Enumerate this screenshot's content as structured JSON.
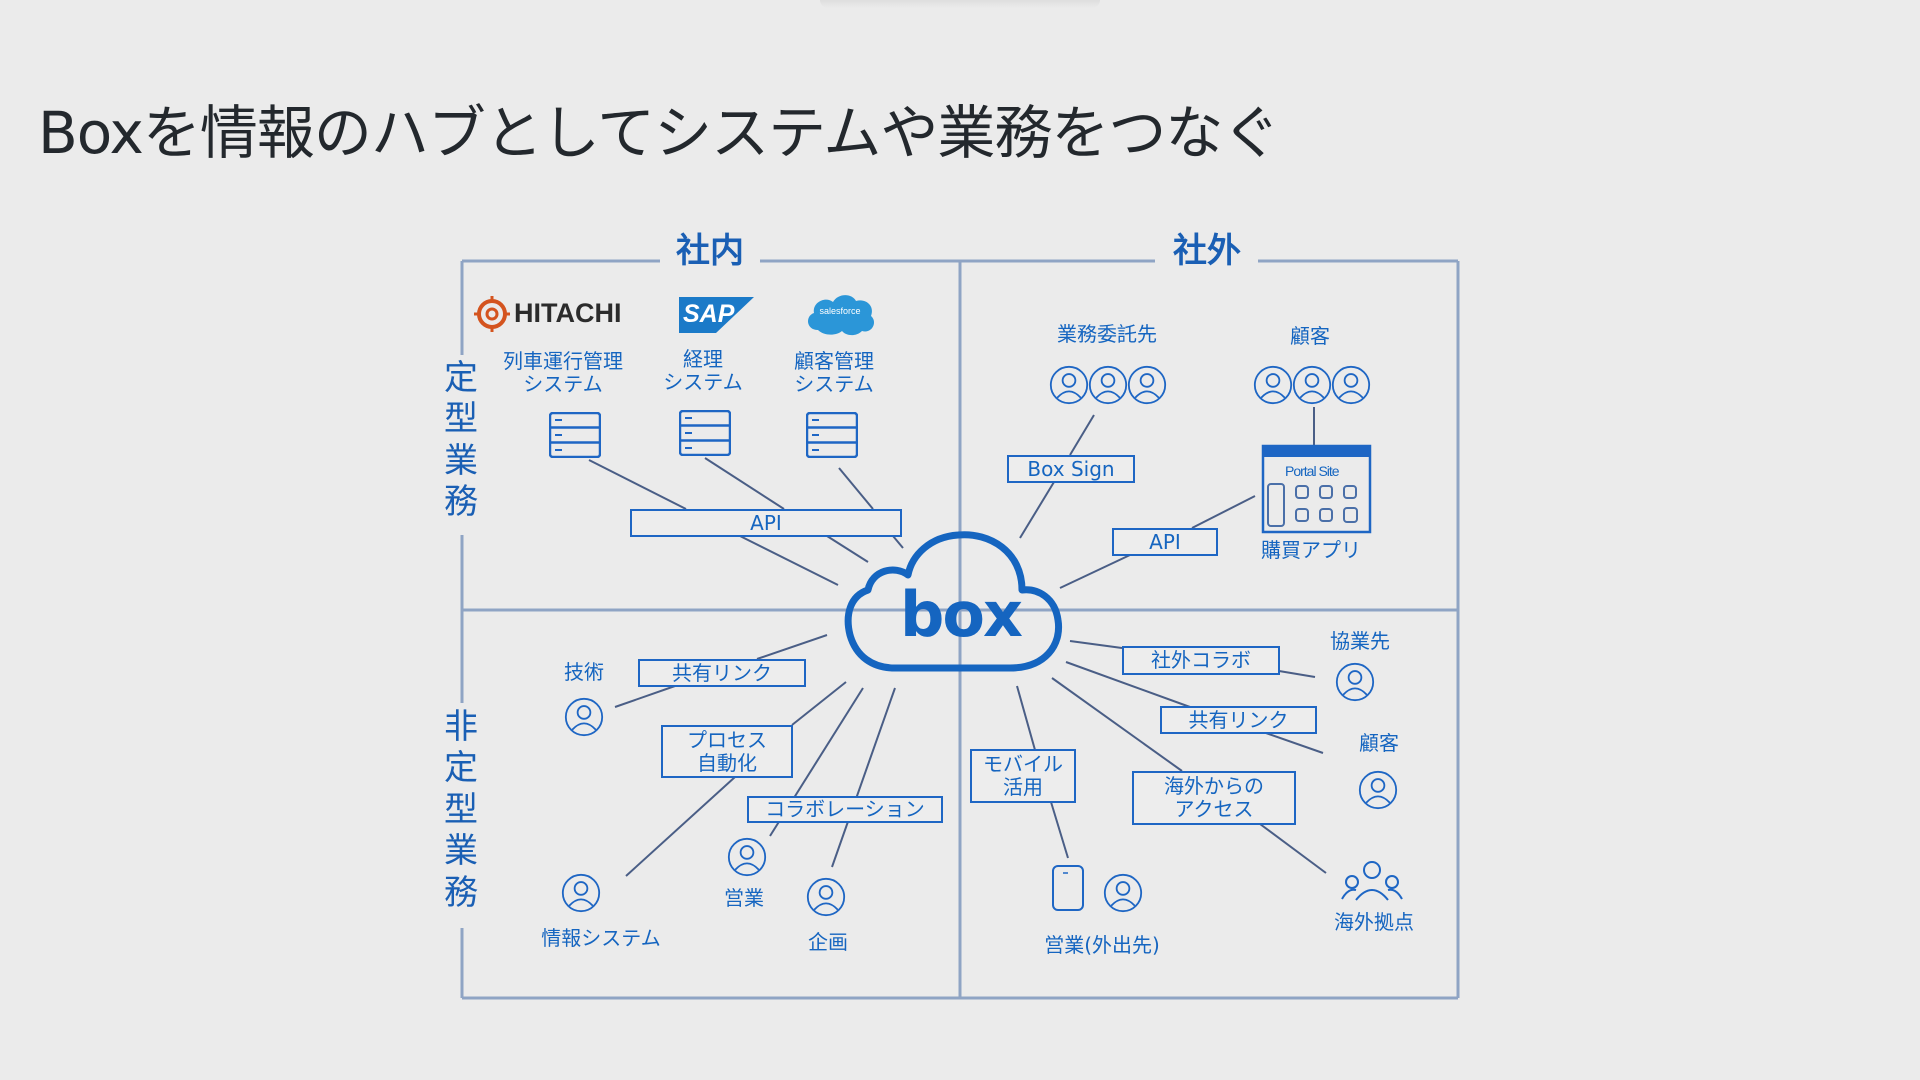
{
  "title": "Boxを情報のハブとしてシステムや業務をつなぐ",
  "colors": {
    "accent": "#1565c0",
    "frame": "#8fa4c4",
    "connector": "#4a5e86",
    "background": "#ebebeb",
    "hitachi_red": "#d4541f",
    "sap_blue": "#1b7ac8",
    "salesforce_blue": "#2b96d8"
  },
  "sections": {
    "internal": "社内",
    "external": "社外",
    "routine": "定型業務",
    "non_routine": "非定型業務"
  },
  "hub": {
    "logo_text": "box",
    "icon": "cloud-icon"
  },
  "internal_routine": {
    "systems": [
      {
        "logo": "HITACHI",
        "label_line1": "列車運行管理",
        "label_line2": "システム",
        "icon": "server-icon"
      },
      {
        "logo": "SAP",
        "label_line1": "経理",
        "label_line2": "システム",
        "icon": "server-icon"
      },
      {
        "logo": "salesforce",
        "label_line1": "顧客管理",
        "label_line2": "システム",
        "icon": "server-icon"
      }
    ],
    "connector_label": "API"
  },
  "external_routine": {
    "groups": [
      {
        "label": "業務委託先",
        "icon": "people-group-icon",
        "connector_label": "Box Sign"
      },
      {
        "label": "顧客",
        "icon": "people-group-icon"
      }
    ],
    "portal": {
      "title": "Portal Site",
      "label": "購買アプリ",
      "icon": "portal-site-icon"
    },
    "connector_label": "API"
  },
  "internal_non_routine": {
    "connector_labels": {
      "share_link": "共有リンク",
      "process_line1": "プロセス",
      "process_line2": "自動化",
      "collab": "コラボレーション"
    },
    "people": [
      {
        "label": "技術",
        "icon": "person-icon"
      },
      {
        "label": "情報システム",
        "icon": "person-icon"
      },
      {
        "label": "営業",
        "icon": "person-icon"
      },
      {
        "label": "企画",
        "icon": "person-icon"
      }
    ]
  },
  "external_non_routine": {
    "connector_labels": {
      "external_collab": "社外コラボ",
      "share_link": "共有リンク",
      "mobile_line1": "モバイル",
      "mobile_line2": "活用",
      "overseas_line1": "海外からの",
      "overseas_line2": "アクセス"
    },
    "people": [
      {
        "label": "協業先",
        "icon": "person-icon"
      },
      {
        "label": "顧客",
        "icon": "person-icon"
      },
      {
        "label": "営業(外出先)",
        "icon": "person-icon"
      },
      {
        "label": "海外拠点",
        "icon": "people-group-icon"
      }
    ]
  }
}
